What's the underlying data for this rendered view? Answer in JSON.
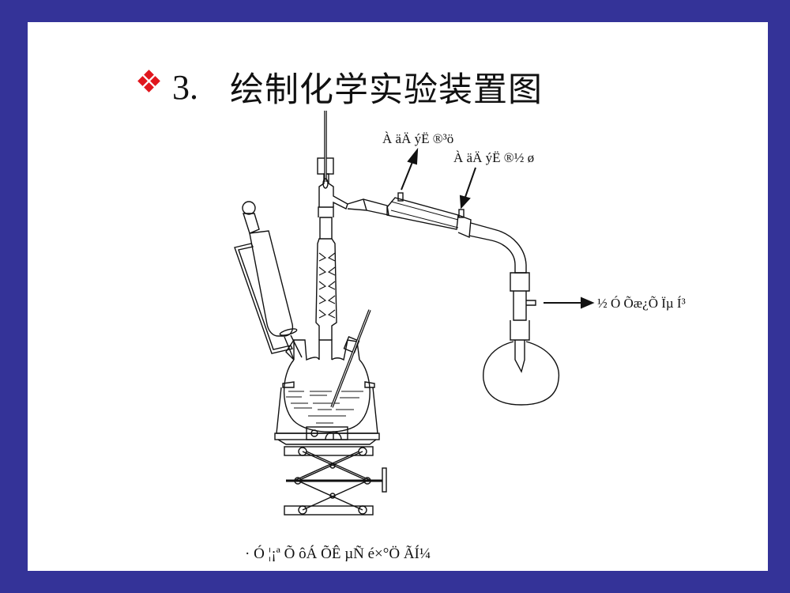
{
  "slide": {
    "bullet_icon": "diamond-bullet-icon",
    "bullet_color": "#e0161d",
    "border_color": "#343398",
    "title_number": "3.",
    "title_text": "绘制化学实验装置图"
  },
  "diagram": {
    "labels": {
      "water_out": "À äÄ ýË ®³ö",
      "water_in": "À äÄ ýË ®½ ø",
      "vacuum": "½ Ó Õæ¿Õ Ïµ Í³"
    },
    "caption": "· Ó ¦¡ª Õ ôÁ ÕÊ µÑ é×°Ö ÃÍ¼"
  }
}
